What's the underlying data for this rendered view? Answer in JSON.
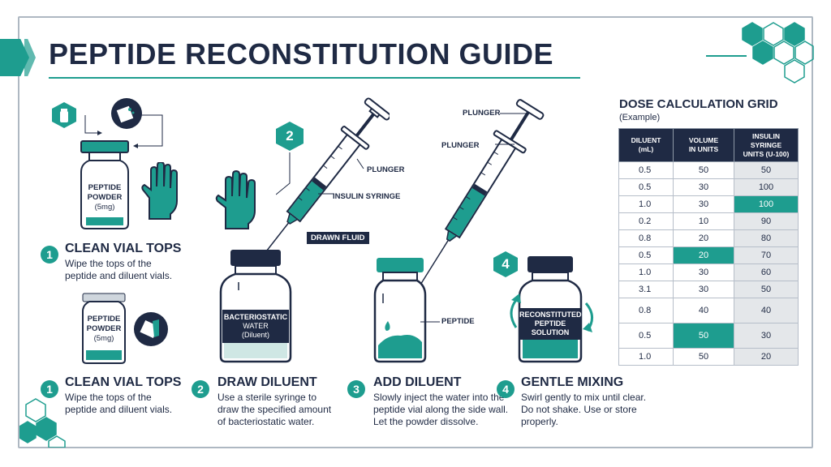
{
  "title": "PEPTIDE RECONSTITUTION GUIDE",
  "colors": {
    "teal": "#1e9d8f",
    "navy": "#1f2a44",
    "light_teal": "#cfe7e4"
  },
  "icons": [
    "vial-icon",
    "wipe-icon",
    "glove-hand-icon",
    "syringe-icon",
    "swirl-arrow-icon",
    "hexagon-pattern-icon"
  ],
  "top_step": {
    "number": "1",
    "title": "CLEAN VIAL TOPS",
    "text": [
      "Wipe the tops of the",
      "peptide and diluent vials."
    ]
  },
  "vial_peptide_top": [
    "PEPTIDE",
    "POWDER",
    "(5mg)"
  ],
  "vial_peptide_bottom": [
    "PEPTIDE",
    "POWDER",
    "(5mg)"
  ],
  "vial_water": [
    "BACTERIOSTATIC",
    "WATER",
    "(Diluent)"
  ],
  "vial_reconstituted": [
    "RECONSTITUTED",
    "PEPTIDE",
    "SOLUTION"
  ],
  "diagram_labels": {
    "plunger_a": "PLUNGER",
    "insulin_syringe": "INSULIN SYRINGE",
    "drawn_fluid": "DRAWN FLUID",
    "plunger_b1": "PLUNGER",
    "plunger_b2": "PLUNGER",
    "peptide": "PEPTIDE",
    "step2_badge": "2",
    "step4_badge": "4"
  },
  "steps": [
    {
      "number": "1",
      "title": "CLEAN VIAL TOPS",
      "text": [
        "Wipe the tops of the",
        "peptide and diluent vials."
      ]
    },
    {
      "number": "2",
      "title": "DRAW DILUENT",
      "text": [
        "Use a sterile syringe to",
        "draw the specified amount",
        "of bacteriostatic water."
      ]
    },
    {
      "number": "3",
      "title": "ADD DILUENT",
      "text": [
        "Slowly inject the water into the",
        "peptide vial along the side wall.",
        "Let the powder dissolve."
      ]
    },
    {
      "number": "4",
      "title": "GENTLE MIXING",
      "text": [
        "Swirl gently to mix until clear.",
        "Do not shake. Use or store",
        "properly."
      ]
    }
  ],
  "dose_grid": {
    "title": "DOSE CALCULATION GRID",
    "subtitle": "(Example)",
    "headers": [
      [
        "DILUENT",
        "(mL)"
      ],
      [
        "VOLUME",
        "IN UNITS"
      ],
      [
        "INSULIN",
        "SYRINGE",
        "UNITS (U-100)"
      ]
    ],
    "rows": [
      {
        "cells": [
          "0.5",
          "50",
          "50"
        ],
        "highlight": -1
      },
      {
        "cells": [
          "0.5",
          "30",
          "100"
        ],
        "highlight": -1
      },
      {
        "cells": [
          "1.0",
          "30",
          "100"
        ],
        "highlight": 2
      },
      {
        "cells": [
          "0.2",
          "10",
          "90"
        ],
        "highlight": -1
      },
      {
        "cells": [
          "0.8",
          "20",
          "80"
        ],
        "highlight": -1
      },
      {
        "cells": [
          "0.5",
          "20",
          "70"
        ],
        "highlight": 1
      },
      {
        "cells": [
          "1.0",
          "30",
          "60"
        ],
        "highlight": -1
      },
      {
        "cells": [
          "3.1",
          "30",
          "50"
        ],
        "highlight": -1
      },
      {
        "cells": [
          "0.8",
          "40",
          "40"
        ],
        "highlight": -1,
        "tall": true
      },
      {
        "cells": [
          "0.5",
          "50",
          "30"
        ],
        "highlight": 1,
        "tall": true
      },
      {
        "cells": [
          "1.0",
          "50",
          "20"
        ],
        "highlight": -1
      }
    ]
  }
}
